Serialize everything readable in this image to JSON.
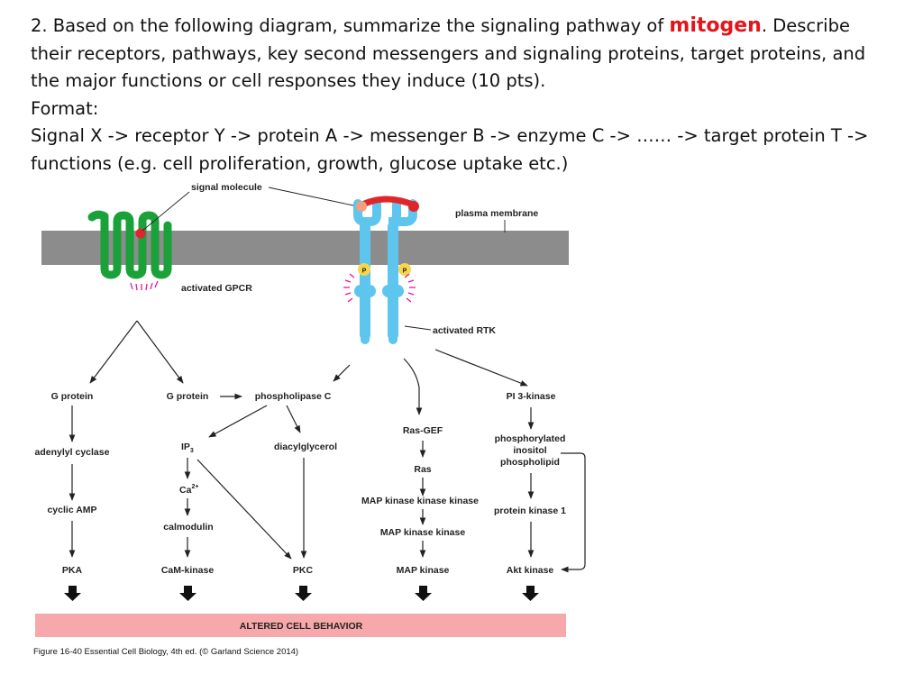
{
  "question": {
    "line1_pre": "2. Based on the following diagram, summarize the signaling pathway of ",
    "highlight": "mitogen",
    "line1_post": ". Describe",
    "line2": "their receptors, pathways, key second messengers and signaling proteins, target proteins, and",
    "line3": "the major functions or cell responses they induce (10 pts).",
    "line4": "Format:",
    "line5": "Signal X -> receptor Y -> protein A -> messenger B -> enzyme C -> …… -> target protein T ->",
    "line6": "functions (e.g. cell proliferation, growth, glucose uptake etc.)"
  },
  "diagram": {
    "signal_molecule": "signal molecule",
    "plasma_membrane": "plasma membrane",
    "activated_gpcr": "activated GPCR",
    "activated_rtk": "activated RTK",
    "phospho_p": "P",
    "g_protein_left": "G protein",
    "g_protein_mid": "G protein",
    "phospholipase_c": "phospholipase C",
    "pi3_kinase": "PI 3-kinase",
    "adenylyl_cyclase": "adenylyl cyclase",
    "ip3": "IP",
    "ip3_sub": "3",
    "diacylglycerol": "diacylglycerol",
    "ras_gef": "Ras-GEF",
    "ras": "Ras",
    "phosphorylated_inositol_1": "phosphorylated",
    "phosphorylated_inositol_2": "inositol",
    "phosphorylated_inositol_3": "phospholipid",
    "ca": "Ca",
    "ca_sup": "2+",
    "cyclic_amp": "cyclic AMP",
    "mapkkk": "MAP kinase kinase kinase",
    "protein_kinase_1": "protein kinase 1",
    "calmodulin": "calmodulin",
    "mapkk": "MAP kinase kinase",
    "pka": "PKA",
    "cam_kinase": "CaM-kinase",
    "pkc": "PKC",
    "map_kinase": "MAP kinase",
    "akt_kinase": "Akt kinase",
    "altered_behavior": "ALTERED CELL BEHAVIOR",
    "caption": "Figure 16-40 Essential Cell Biology, 4th ed. (© Garland Science 2014)"
  },
  "colors": {
    "highlight": "#e4141b",
    "membrane": "#8c8c8c",
    "gpcr": "#1aa13a",
    "rtk": "#5ec5ee",
    "ligand": "#e0262b",
    "phosphate": "#f6d64a",
    "activation_spark": "#e0189a",
    "behavior_bar": "#f7a8ab"
  }
}
